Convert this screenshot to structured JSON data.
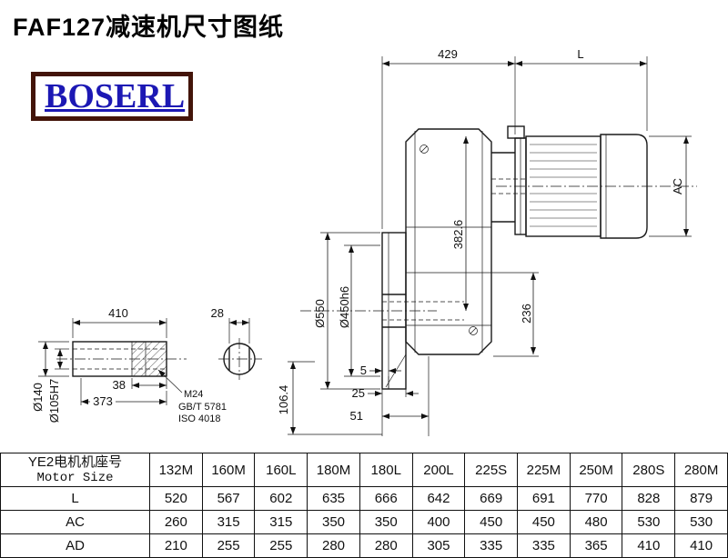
{
  "page": {
    "title": "FAF127减速机尺寸图纸",
    "logo_text": "BOSERL"
  },
  "drawing": {
    "top_width": "429",
    "motor_length": "L",
    "motor_diameter": "AC",
    "flange_diameter": "Ø550",
    "spigot_diameter": "Ø450h6",
    "height_382": "382.6",
    "height_236": "236",
    "offset_5": "5",
    "offset_25": "25",
    "offset_51": "51",
    "height_106": "106.4"
  },
  "shaft": {
    "length_410": "410",
    "key_width_28": "28",
    "outer_diameter": "Ø140",
    "bore_diameter": "Ø105H7",
    "depth_38": "38",
    "depth_373": "373",
    "thread_note": "M24",
    "standard_gb": "GB/T 5781",
    "standard_iso": "ISO 4018"
  },
  "table": {
    "header_line1": "YE2电机机座号",
    "header_line2": "Motor Size",
    "columns": [
      "132M",
      "160M",
      "160L",
      "180M",
      "180L",
      "200L",
      "225S",
      "225M",
      "250M",
      "280S",
      "280M"
    ],
    "rows": [
      {
        "label": "L",
        "values": [
          "520",
          "567",
          "602",
          "635",
          "666",
          "642",
          "669",
          "691",
          "770",
          "828",
          "879"
        ]
      },
      {
        "label": "AC",
        "values": [
          "260",
          "315",
          "315",
          "350",
          "350",
          "400",
          "450",
          "450",
          "480",
          "530",
          "530"
        ]
      },
      {
        "label": "AD",
        "values": [
          "210",
          "255",
          "255",
          "280",
          "280",
          "305",
          "335",
          "335",
          "365",
          "410",
          "410"
        ]
      }
    ]
  }
}
